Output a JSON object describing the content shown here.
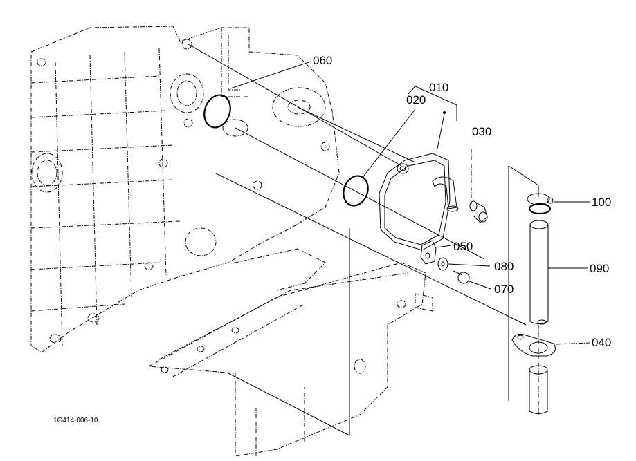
{
  "diagram": {
    "type": "exploded-parts-diagram",
    "figure_code": "1G414-006-10",
    "parts": [
      {
        "id": "010",
        "label": "010"
      },
      {
        "id": "020",
        "label": "020"
      },
      {
        "id": "030",
        "label": "030"
      },
      {
        "id": "040",
        "label": "040"
      },
      {
        "id": "050",
        "label": "050"
      },
      {
        "id": "060",
        "label": "060"
      },
      {
        "id": "070",
        "label": "070"
      },
      {
        "id": "080",
        "label": "080"
      },
      {
        "id": "090",
        "label": "090"
      },
      {
        "id": "100",
        "label": "100"
      }
    ],
    "colors": {
      "line": "#000000",
      "background": "#ffffff"
    }
  }
}
